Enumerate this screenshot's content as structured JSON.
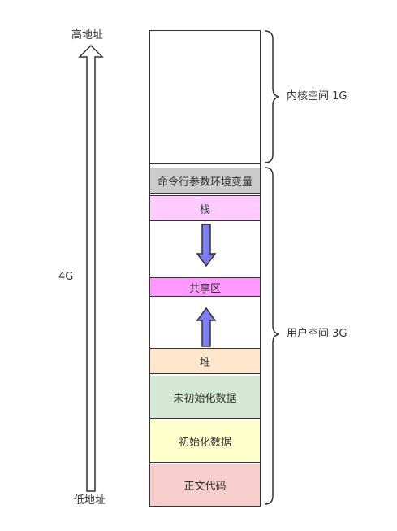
{
  "address_labels": {
    "high": "高地址",
    "low": "低地址",
    "total": "4G"
  },
  "space_labels": {
    "kernel": "内核空间 1G",
    "user": "用户空间 3G"
  },
  "segments": {
    "kernel_space": "",
    "cmdline_env": "命令行参数环境变量",
    "stack": "栈",
    "shared": "共享区",
    "heap": "堆",
    "bss": "未初始化数据",
    "data": "初始化数据",
    "text": "正文代码"
  },
  "colors": {
    "cmdline_env": "#cccccc",
    "stack": "#ffccff",
    "shared": "#ff99ff",
    "heap": "#ffe6cc",
    "bss": "#d5e8d4",
    "data": "#ffffcc",
    "text": "#f8cecc",
    "growth_arrow": "#7d7ded"
  }
}
